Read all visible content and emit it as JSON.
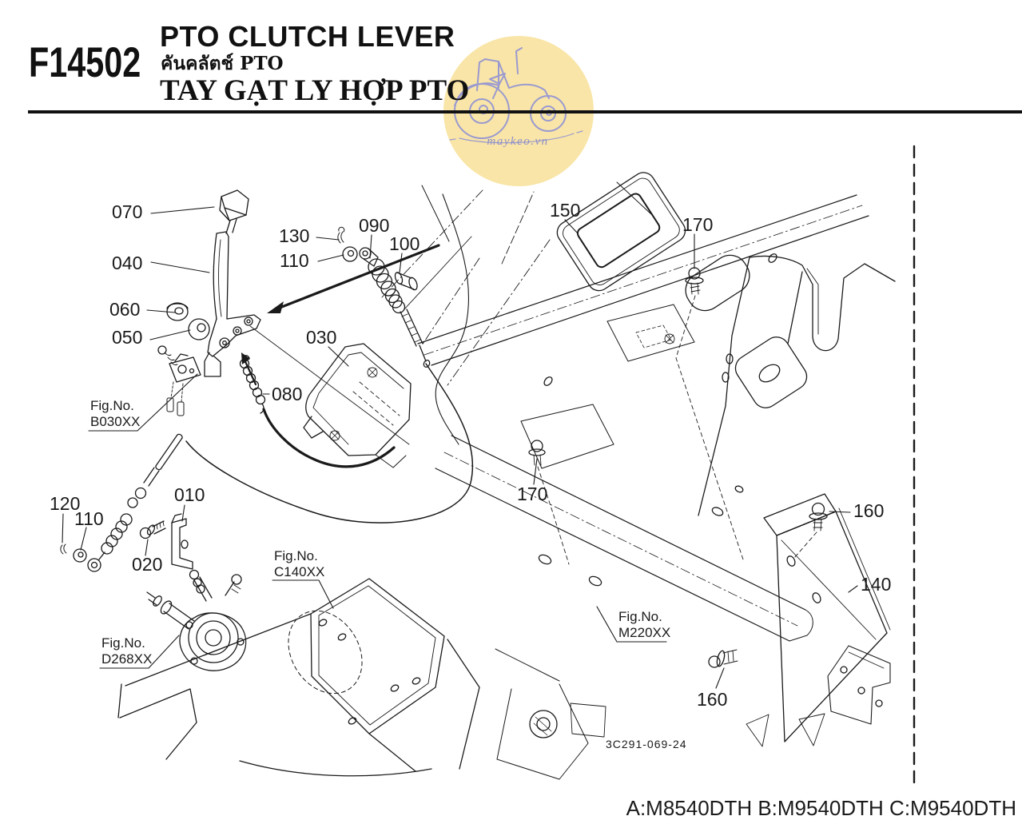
{
  "header": {
    "figure_code": "F14502",
    "title_en": "PTO CLUTCH LEVER",
    "title_th": "คันคลัตช์ PTO",
    "title_vi": "TAY GẠT LY HỢP PTO"
  },
  "watermark": {
    "text": "maykeo.vn",
    "circle_color": "#f9e5a7",
    "line_color": "#9a9ad0"
  },
  "diagram": {
    "part_labels": [
      {
        "text": "070"
      },
      {
        "text": "040"
      },
      {
        "text": "060"
      },
      {
        "text": "050"
      },
      {
        "text": "130"
      },
      {
        "text": "110"
      },
      {
        "text": "090"
      },
      {
        "text": "100"
      },
      {
        "text": "030"
      },
      {
        "text": "080"
      },
      {
        "text": "150"
      },
      {
        "text": "170"
      },
      {
        "text": "170"
      },
      {
        "text": "120"
      },
      {
        "text": "110"
      },
      {
        "text": "010"
      },
      {
        "text": "020"
      },
      {
        "text": "160"
      },
      {
        "text": "140"
      },
      {
        "text": "160"
      }
    ],
    "fig_refs": [
      {
        "label": "Fig.No.",
        "code": "B030XX"
      },
      {
        "label": "Fig.No.",
        "code": "C140XX"
      },
      {
        "label": "Fig.No.",
        "code": "D268XX"
      },
      {
        "label": "Fig.No.",
        "code": "M220XX"
      }
    ],
    "drawing_number": "3C291-069-24",
    "models_note": "A:M8540DTH B:M9540DTH C:M9540DTH",
    "ink_color": "#1a1a1a"
  }
}
